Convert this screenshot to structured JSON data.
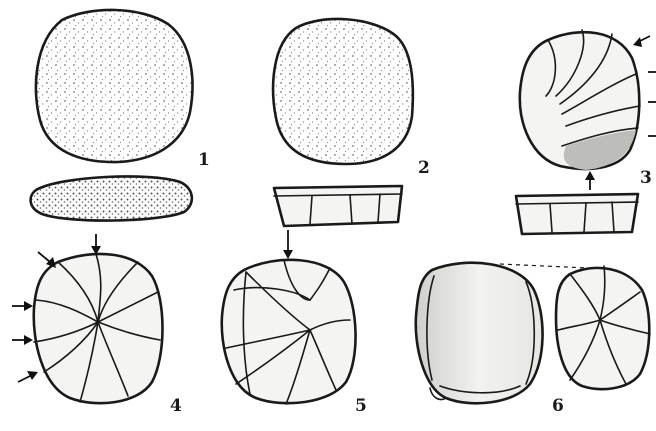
{
  "figure": {
    "labels": [
      {
        "id": "1",
        "text": "1"
      },
      {
        "id": "2",
        "text": "2"
      },
      {
        "id": "3",
        "text": "3"
      },
      {
        "id": "4",
        "text": "4"
      },
      {
        "id": "5",
        "text": "5"
      },
      {
        "id": "6",
        "text": "6"
      }
    ],
    "colors": {
      "ink": "#1a1a1a",
      "stone": "#f4f4f2",
      "shade": "#9a9a96"
    }
  }
}
